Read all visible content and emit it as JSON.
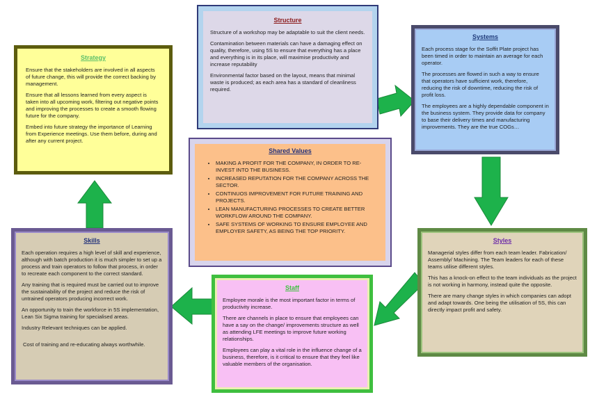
{
  "structure": {
    "title": "Structure",
    "paragraphs": [
      "Structure of a workshop may be adaptable to suit the client needs.",
      "Contamination between materials can have a damaging effect on quality, therefore, using 5S to ensure that everything has a place and everything is in its place, will maximise productivity and increase reputability",
      "Environmental factor based on the layout, means that minimal waste is produced; as each area has a standard of cleanliness required."
    ]
  },
  "systems": {
    "title": "Systems",
    "paragraphs": [
      "Each process stage for the Soffit Plate project has been timed in order to maintain an average for each operator.",
      "The processes are flowed in such a way to ensure that operators have sufficient work, therefore, reducing the risk of downtime, reducing the risk of profit loss.",
      "The employees are a highly dependable component in the business system. They provide data for company to base their delivery times and manufacturing improvements. They are the true COGs…"
    ]
  },
  "strategy": {
    "title": "Strategy",
    "paragraphs": [
      "Ensure that the stakeholders are involved in all aspects of future change, this will provide the correct backing by management.",
      "Ensure that all lessons learned from every aspect is taken into all upcoming work, filtering out negative points and improving the processes to create a smooth flowing future for the company.",
      "Embed into future strategy the importance of Learning from Experience meetings. Use them before, during and after any current project."
    ]
  },
  "shared_values": {
    "title": "Shared Values",
    "items": [
      "MAKING A PROFIT FOR THE COMPANY, IN ORDER TO RE-INVEST INTO THE BUSINESS.",
      "INCREASED REPUTATION FOR THE COMPANY ACROSS THE SECTOR.",
      "CONTINUOS IMPROVEMENT FOR FUTURE TRAINING AND PROJECTS.",
      "LEAN MANUFACTURING PROCESSES TO CREATE BETTER WORKFLOW AROUND THE COMPANY.",
      "SAFE SYSTEMS OF WORKING TO ENSURE EMPLOYEE AND EMPLOYER SAFETY, AS BEING THE TOP PRIORITY."
    ]
  },
  "styles": {
    "title": "Styles",
    "paragraphs": [
      "Managerial styles differ from each team leader. Fabrication/ Assembly/ Machining. The Team leaders for each of these teams utilise different styles.",
      "This has a knock-on effect to the team individuals as the project is not working in harmony, instead quite the opposite.",
      "There are many change styles in which companies can adopt and adapt towards. One being the utilisation of 5S, this can directly impact profit and safety."
    ]
  },
  "staff": {
    "title": "Staff",
    "paragraphs": [
      "Employee morale is the most important factor in terms of productivity increase.",
      "There are channels in place to ensure that employees can have a say on the change/ improvements structure as well as attending LFE meetings to improve future working relationships.",
      "Employees can play a vital role in the influence change of a business, therefore, is it critical to ensure that they feel like valuable members of the organisation."
    ]
  },
  "skills": {
    "title": "Skills",
    "paragraphs": [
      "Each operation requires a high level of skill and experience, although with batch production it is much simpler to set up a process and train operators to follow that process, in order to recreate each component to the correct standard.",
      "Any training that is required must be carried out to improve the sustainability of the project and reduce the risk of untrained operators producing incorrect work.",
      "An opportunity to train the workforce in 5S implementation, Lean Six Sigma training for specialised areas.",
      "Industry Relevant techniques can be applied.",
      "Cost of training and re-educating always worthwhile."
    ]
  },
  "colors": {
    "arrow_fill": "#1db24b",
    "arrow_stroke": "#1a8a3a"
  }
}
